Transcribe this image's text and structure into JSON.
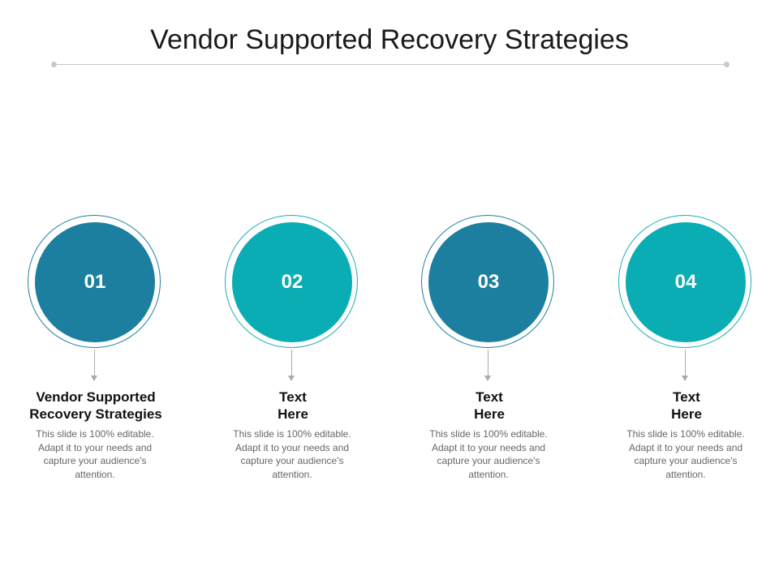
{
  "slide": {
    "title": "Vendor Supported Recovery Strategies"
  },
  "colors": {
    "dark_blue": "#1c7f9f",
    "teal": "#0aadb4",
    "ring_dark": "#1c7f9f",
    "ring_teal": "#18adb8"
  },
  "steps": [
    {
      "number": "01",
      "heading_line1": "Vendor Supported",
      "heading_line2": "Recovery Strategies",
      "description": "This slide is 100% editable. Adapt it to your needs and capture your audience's attention."
    },
    {
      "number": "02",
      "heading_line1": "Text",
      "heading_line2": "Here",
      "description": "This slide is 100% editable. Adapt it to your needs and capture your audience's attention."
    },
    {
      "number": "03",
      "heading_line1": "Text",
      "heading_line2": "Here",
      "description": "This slide is 100% editable. Adapt it to your needs and capture your audience's attention."
    },
    {
      "number": "04",
      "heading_line1": "Text",
      "heading_line2": "Here",
      "description": "This slide is 100% editable. Adapt it to your needs and capture your audience's attention."
    }
  ]
}
